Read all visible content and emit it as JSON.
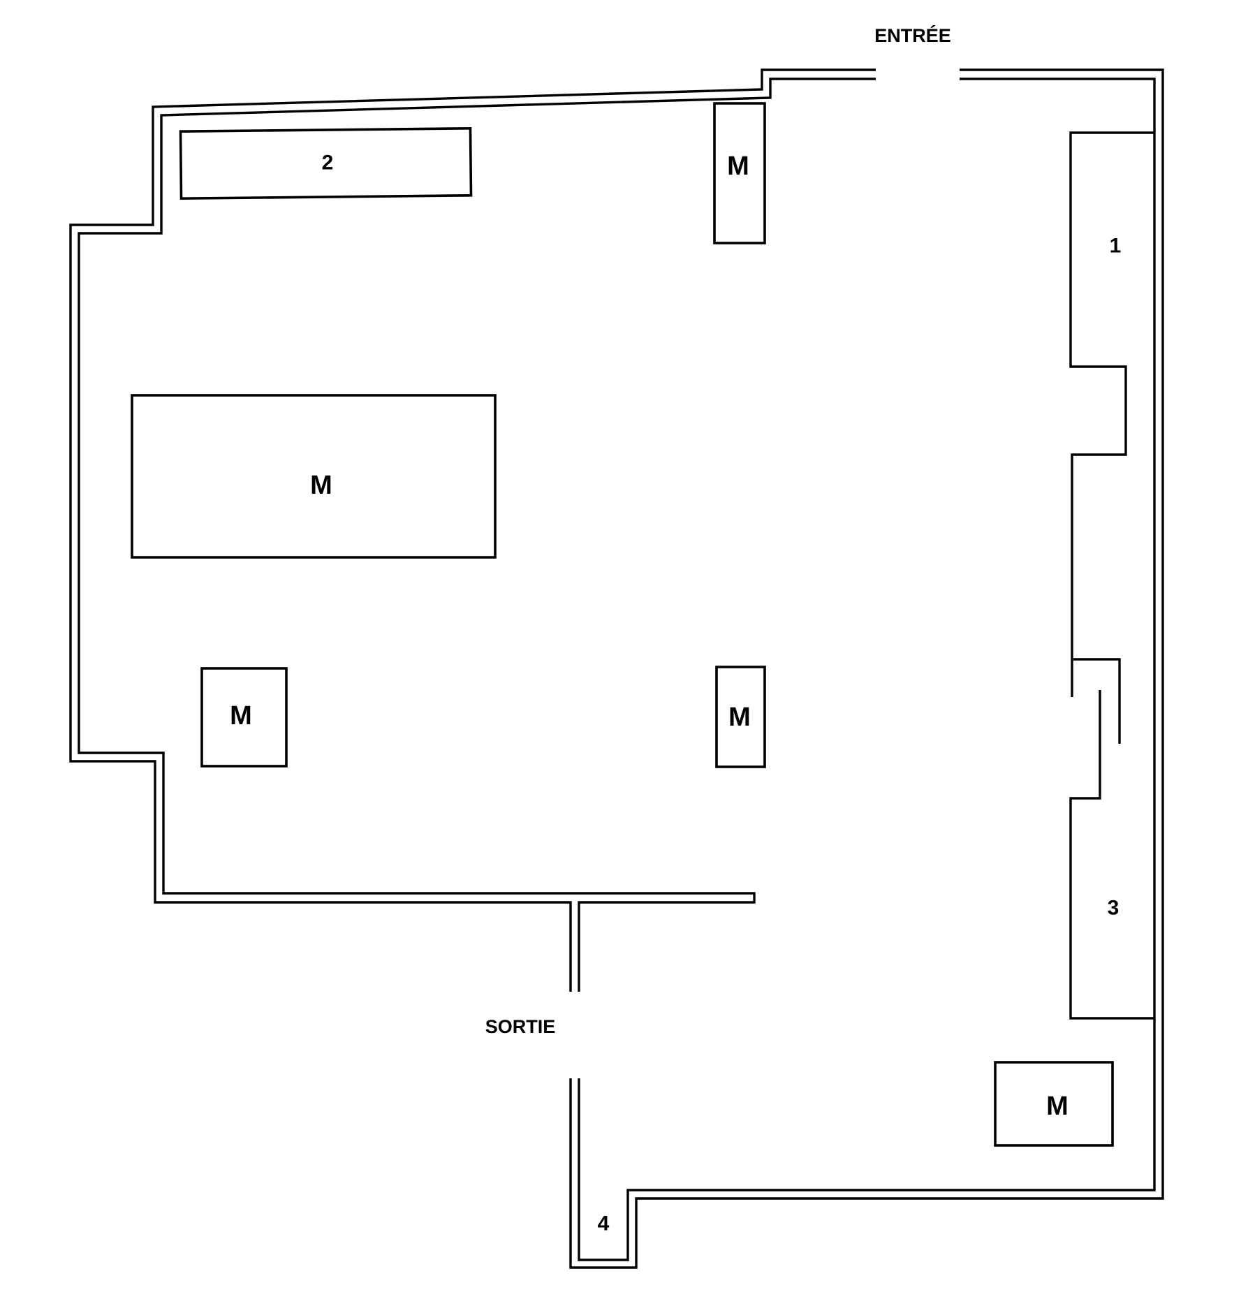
{
  "labels": {
    "entrance": "ENTRÉE",
    "exit": "SORTIE",
    "area_1": "1",
    "area_2": "2",
    "area_3": "3",
    "area_4": "4",
    "marker_m": "M"
  }
}
